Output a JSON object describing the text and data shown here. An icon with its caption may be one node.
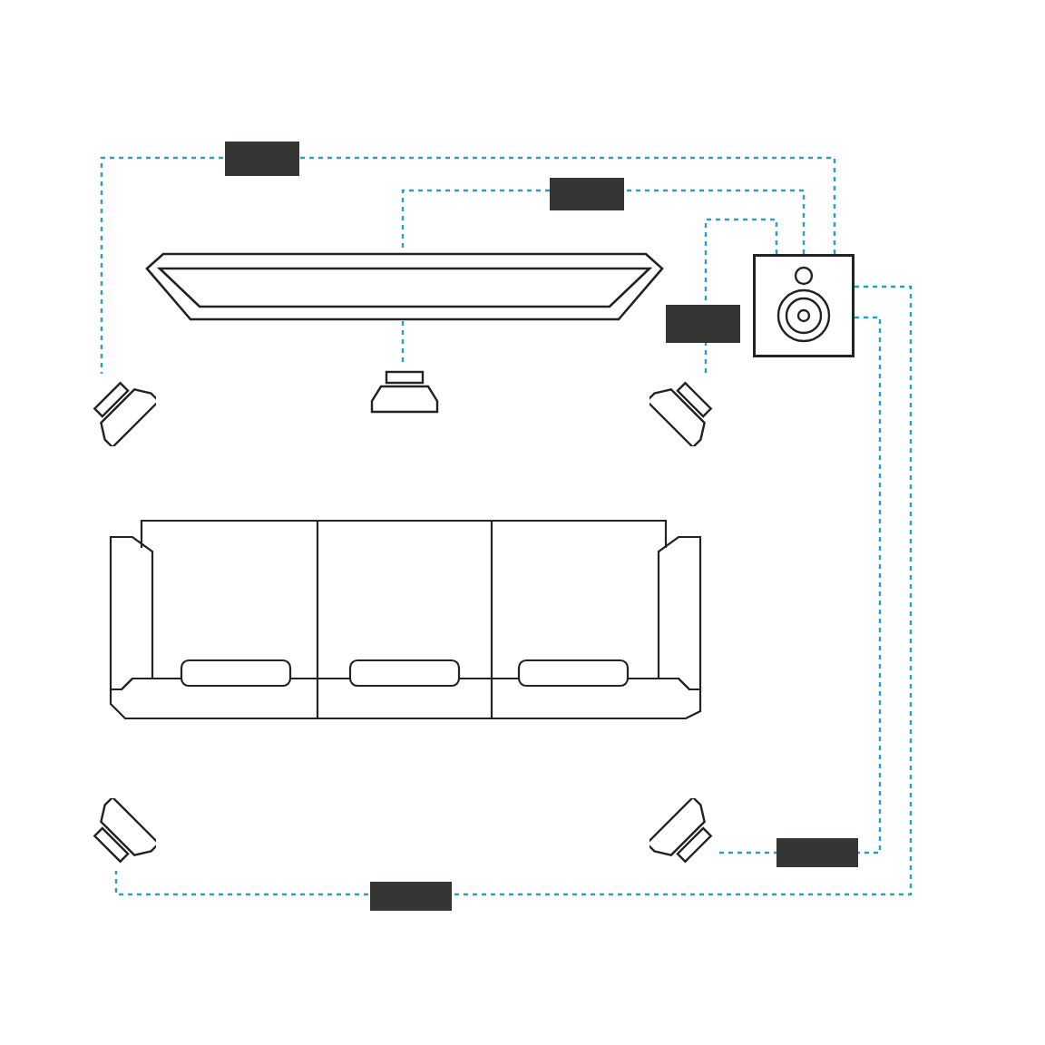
{
  "diagram": {
    "nodes": [
      {
        "text": [],
        "shape": "screen"
      },
      {
        "text": [],
        "shape": "speaker"
      },
      {
        "text": [],
        "shape": "speaker"
      },
      {
        "text": [],
        "shape": "speaker"
      },
      {
        "text": [],
        "shape": "box"
      },
      {
        "text": [],
        "shape": "sofa"
      },
      {
        "text": [],
        "shape": "speaker"
      },
      {
        "text": [],
        "shape": "speaker"
      }
    ],
    "edges": [
      {
        "from": 4,
        "to": 1,
        "arrow": "none",
        "style": "dashed"
      },
      {
        "from": 4,
        "to": 0,
        "arrow": "none",
        "style": "dashed"
      },
      {
        "from": 0,
        "to": 2,
        "arrow": "none",
        "style": "dashed"
      },
      {
        "from": 4,
        "to": 3,
        "arrow": "none",
        "style": "dashed"
      },
      {
        "from": 4,
        "to": 6,
        "arrow": "none",
        "style": "dashed"
      },
      {
        "from": 4,
        "to": 7,
        "arrow": "none",
        "style": "dashed"
      }
    ]
  }
}
